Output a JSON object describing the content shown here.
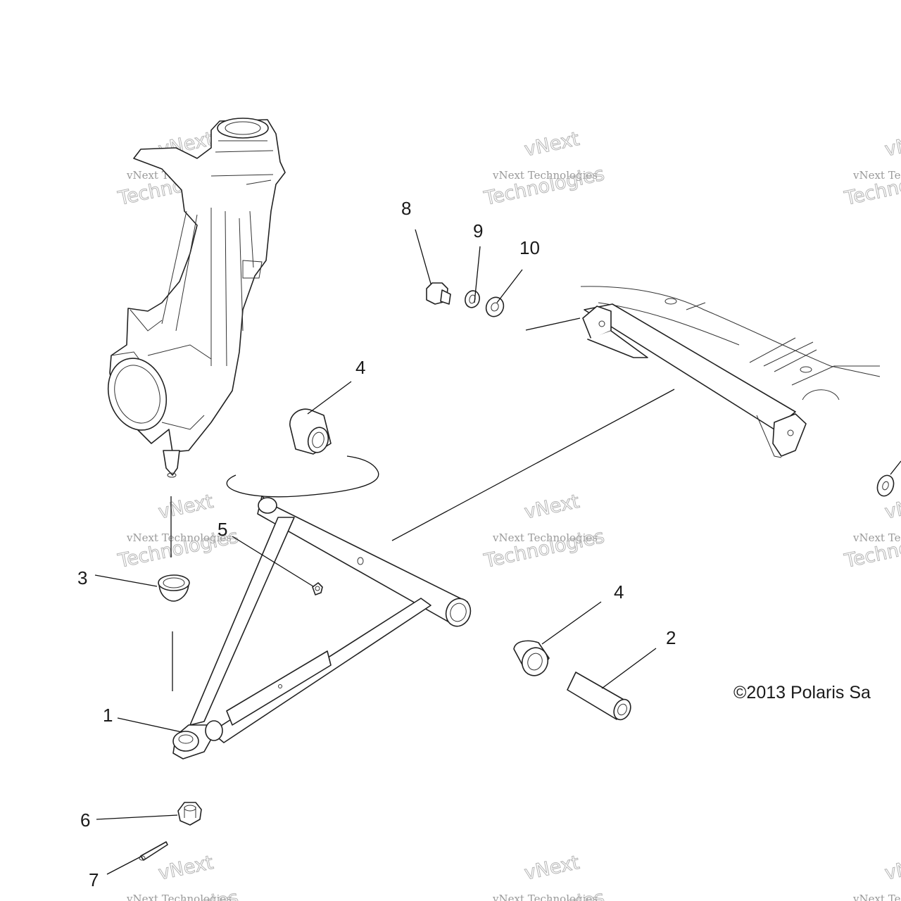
{
  "diagram": {
    "callouts": [
      {
        "id": "c1",
        "label": "1"
      },
      {
        "id": "c2",
        "label": "2"
      },
      {
        "id": "c3",
        "label": "3"
      },
      {
        "id": "c4a",
        "label": "4"
      },
      {
        "id": "c4b",
        "label": "4"
      },
      {
        "id": "c5",
        "label": "5"
      },
      {
        "id": "c6",
        "label": "6"
      },
      {
        "id": "c7",
        "label": "7"
      },
      {
        "id": "c8",
        "label": "8"
      },
      {
        "id": "c9",
        "label": "9"
      },
      {
        "id": "c10",
        "label": "10"
      }
    ],
    "copyright": "©2013 Polaris Sa",
    "watermark": {
      "line1": "vNext",
      "line2": "vNext Technologies",
      "line3": "Technologies"
    }
  }
}
